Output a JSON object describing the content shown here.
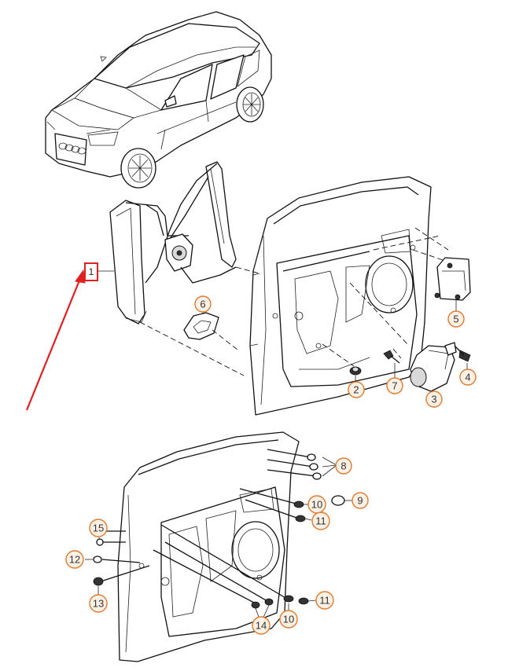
{
  "highlight": {
    "label": "1",
    "color": "#e02020"
  },
  "callouts": [
    {
      "id": "2",
      "label": "2"
    },
    {
      "id": "3",
      "label": "3"
    },
    {
      "id": "4",
      "label": "4"
    },
    {
      "id": "5",
      "label": "5"
    },
    {
      "id": "6",
      "label": "6"
    },
    {
      "id": "7",
      "label": "7"
    },
    {
      "id": "8",
      "label": "8"
    },
    {
      "id": "9",
      "label": "9"
    },
    {
      "id": "10a",
      "label": "10"
    },
    {
      "id": "10b",
      "label": "10"
    },
    {
      "id": "11a",
      "label": "11"
    },
    {
      "id": "11b",
      "label": "11"
    },
    {
      "id": "12",
      "label": "12"
    },
    {
      "id": "13",
      "label": "13"
    },
    {
      "id": "14",
      "label": "14"
    },
    {
      "id": "15",
      "label": "15"
    }
  ],
  "colors": {
    "callout_stroke": "#e07a2e",
    "callout_fill": "#fdf1e6",
    "line": "#111111"
  }
}
